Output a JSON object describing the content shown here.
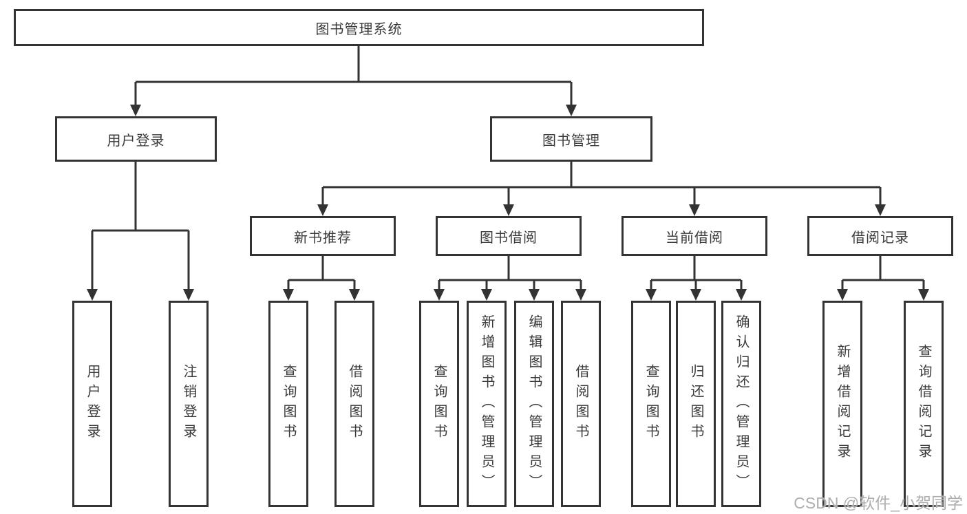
{
  "tree": {
    "label": "图书管理系统",
    "children": [
      {
        "label": "用户登录",
        "children": [
          {
            "label": "用户登录"
          },
          {
            "label": "注销登录"
          }
        ]
      },
      {
        "label": "图书管理",
        "children": [
          {
            "label": "新书推荐",
            "children": [
              {
                "label": "查询图书"
              },
              {
                "label": "借阅图书"
              }
            ]
          },
          {
            "label": "图书借阅",
            "children": [
              {
                "label": "查询图书"
              },
              {
                "label": "新增图书（管理员）"
              },
              {
                "label": "编辑图书（管理员）"
              },
              {
                "label": "借阅图书"
              }
            ]
          },
          {
            "label": "当前借阅",
            "children": [
              {
                "label": "查询图书"
              },
              {
                "label": "归还图书"
              },
              {
                "label": "确认归还（管理员）"
              }
            ]
          },
          {
            "label": "借阅记录",
            "children": [
              {
                "label": "新增借阅记录"
              },
              {
                "label": "查询借阅记录"
              }
            ]
          }
        ]
      }
    ]
  },
  "watermark": {
    "text": "CSDN @软件_小贺同学"
  },
  "colors": {
    "box_border": "#333333",
    "connector": "#333333",
    "text": "#3a3a3a",
    "watermark": "#aeaeae",
    "background": "#ffffff"
  }
}
